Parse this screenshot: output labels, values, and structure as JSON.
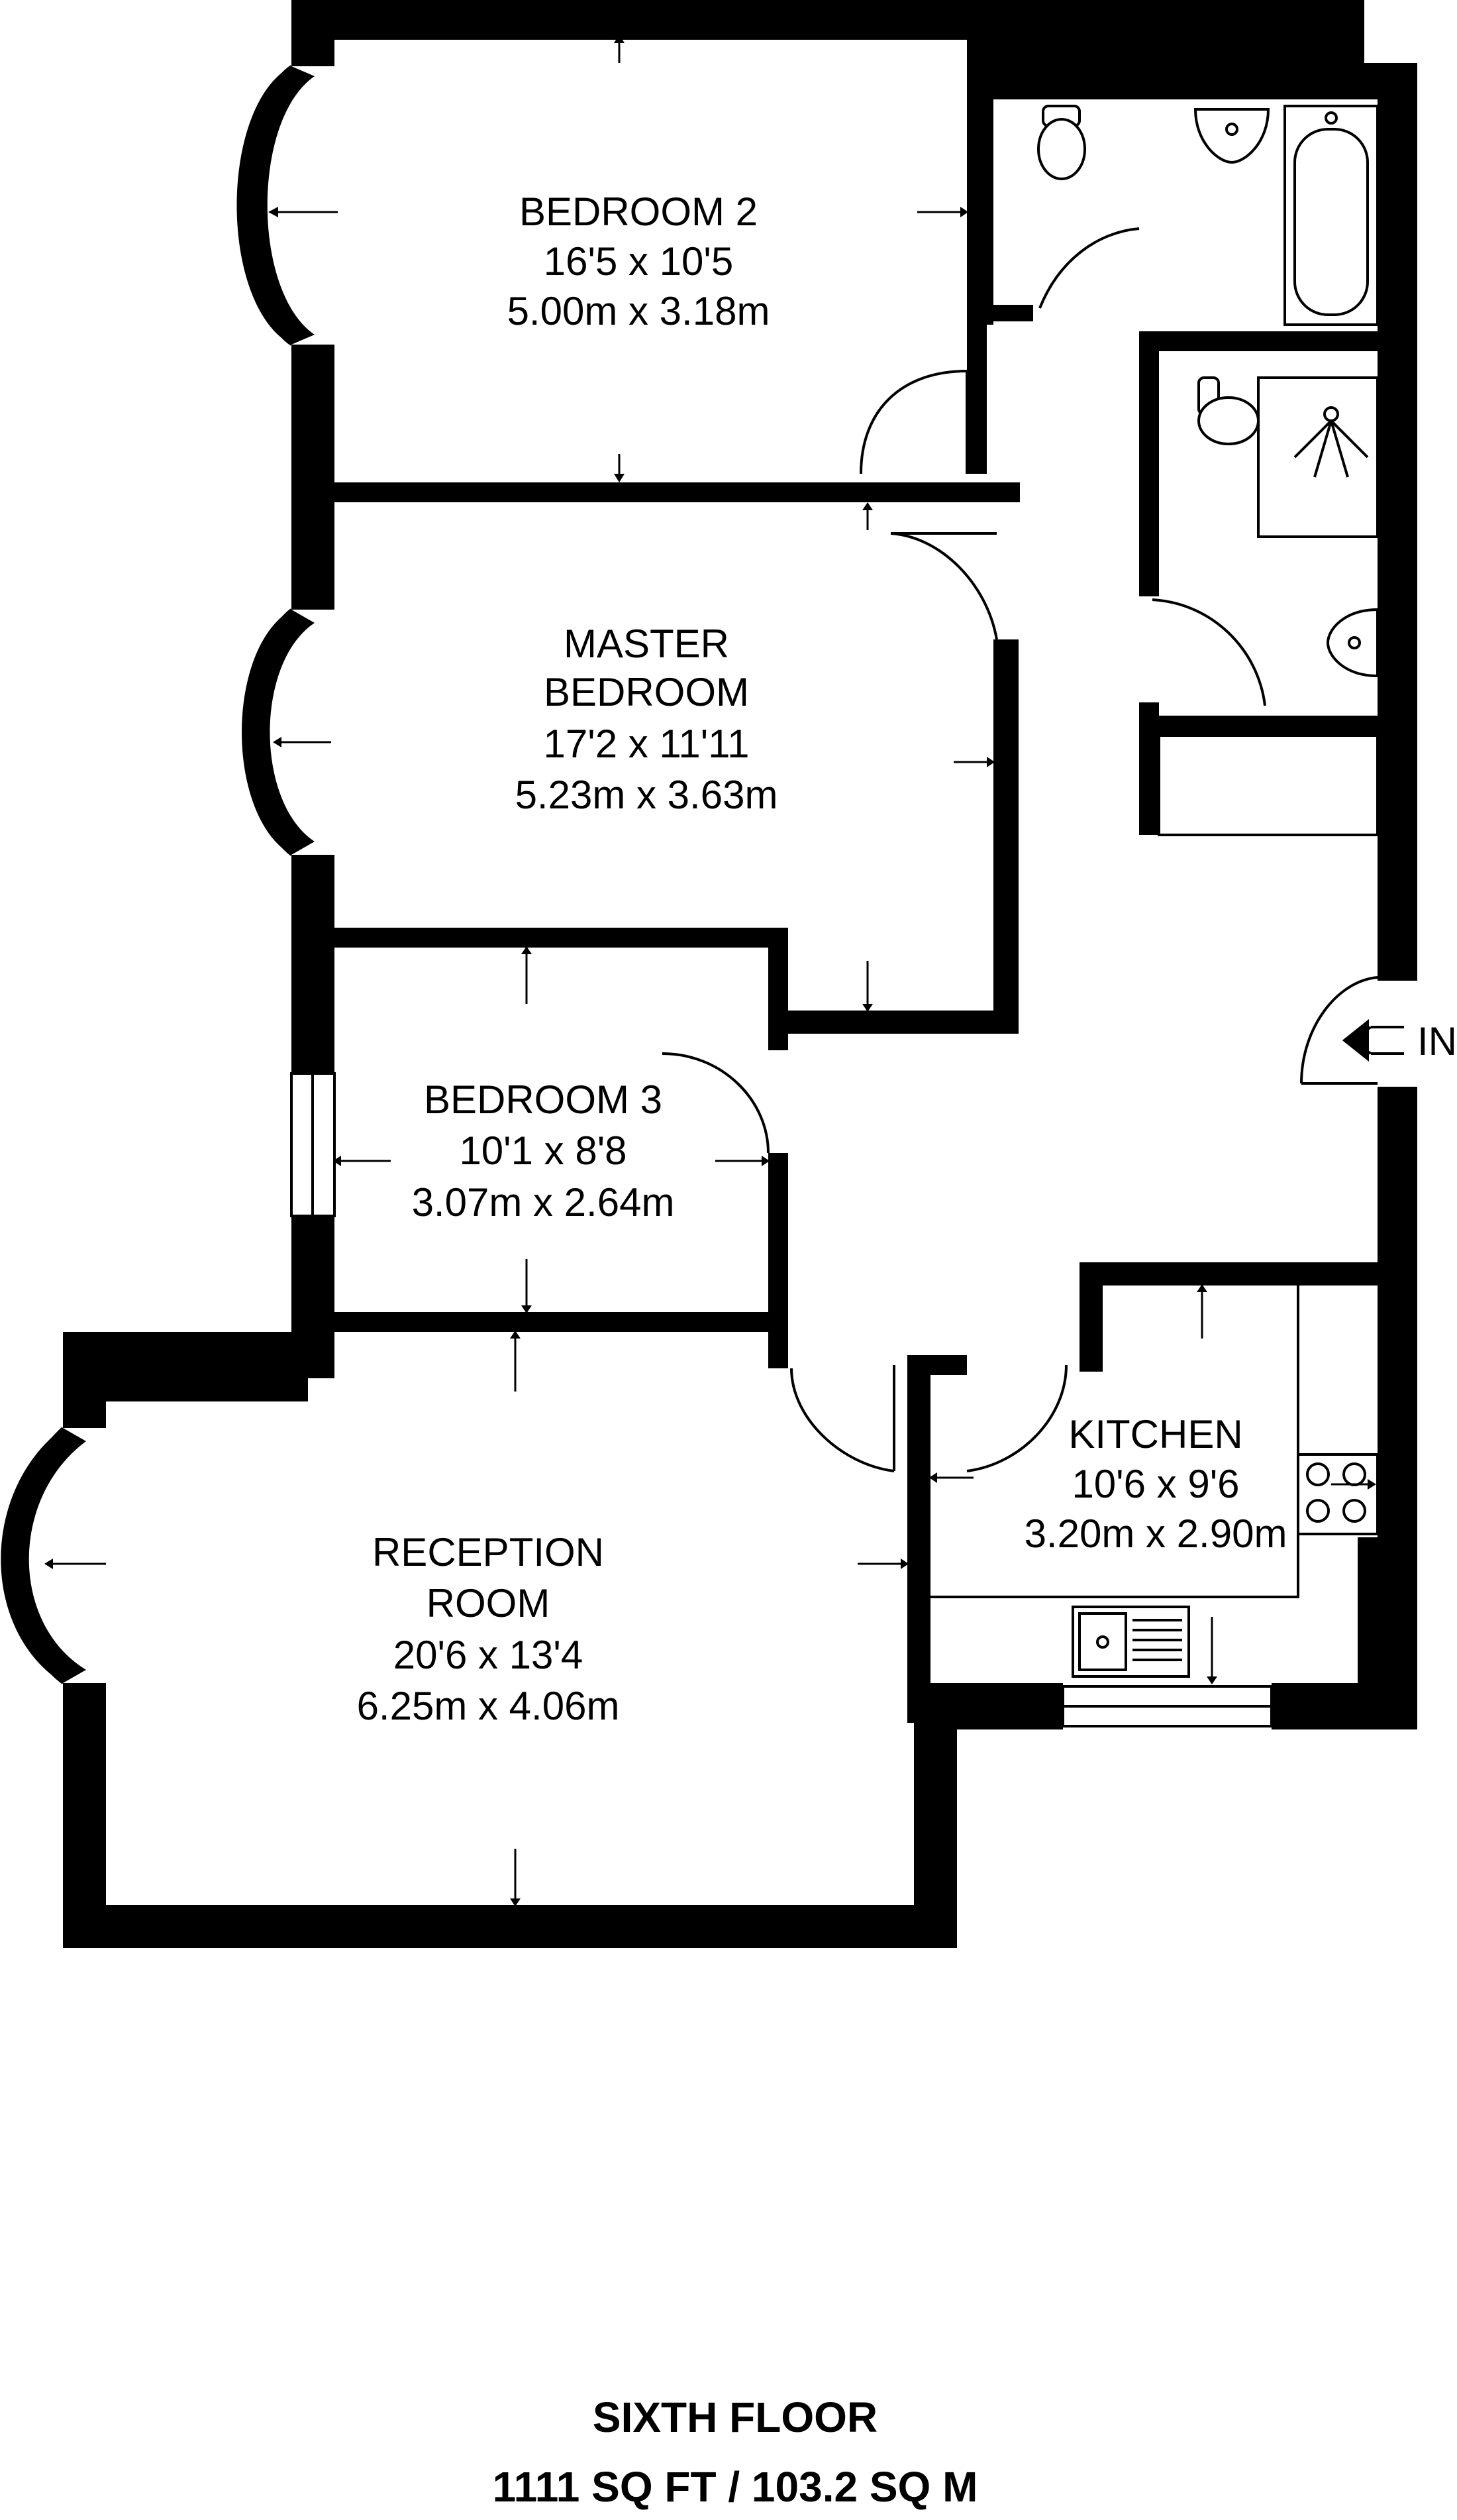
{
  "rooms": {
    "bedroom2": {
      "name": "BEDROOM 2",
      "imperial": "16'5 x 10'5",
      "metric": "5.00m x 3.18m"
    },
    "master": {
      "name_line1": "MASTER",
      "name_line2": "BEDROOM",
      "imperial": "17'2 x 11'11",
      "metric": "5.23m x 3.63m"
    },
    "bedroom3": {
      "name": "BEDROOM 3",
      "imperial": "10'1 x 8'8",
      "metric": "3.07m x 2.64m"
    },
    "reception": {
      "name_line1": "RECEPTION",
      "name_line2": "ROOM",
      "imperial": "20'6 x 13'4",
      "metric": "6.25m x 4.06m"
    },
    "kitchen": {
      "name": "KITCHEN",
      "imperial": "10'6 x 9'6",
      "metric": "3.20m x 2.90m"
    }
  },
  "entrance": {
    "label": "IN"
  },
  "footer": {
    "floor": "SIXTH FLOOR",
    "area": "1111 SQ FT / 103.2 SQ M"
  },
  "icons": [
    "toilet-icon",
    "basin-icon",
    "bath-icon",
    "shower-icon",
    "hob-icon",
    "sink-icon",
    "door-swing-icon",
    "entrance-arrow-icon",
    "dimension-arrow-icon",
    "bay-window-icon"
  ],
  "colors": {
    "wall": "#000000",
    "background": "#ffffff"
  }
}
